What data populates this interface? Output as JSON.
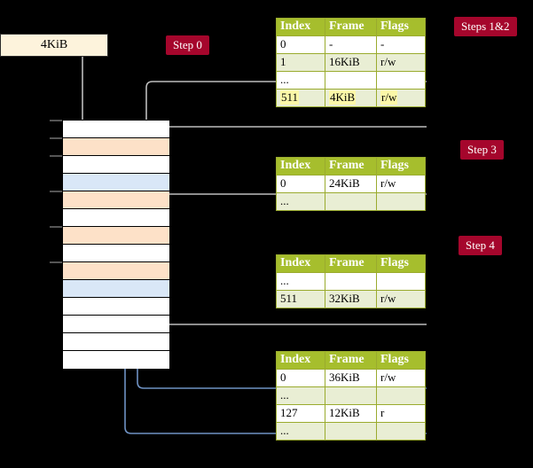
{
  "diagram": {
    "title_source_box": "4KiB",
    "steps": [
      {
        "id": "step0",
        "label": "Step 0"
      },
      {
        "id": "step12",
        "label": "Steps 1&2"
      },
      {
        "id": "step3",
        "label": "Step 3"
      },
      {
        "id": "step4",
        "label": "Step 4"
      }
    ],
    "colors": {
      "chip_bg": "#a5062c",
      "chip_text": "#ffffff",
      "table_header_bg": "#a6be2d",
      "table_alt_row": "#e9eed4",
      "table_border": "#9aab2e",
      "highlight": "#fbf7a8",
      "source_box_bg": "#fdf3dc",
      "mem_peach": "#fde1c8",
      "mem_blue": "#d9e7f7",
      "wire_grey": "#bdbdbd",
      "wire_blue": "#6f92c4"
    },
    "table_columns": [
      "Index",
      "Frame",
      "Flags"
    ],
    "tables": [
      {
        "name": "page-table-level-1",
        "rows": [
          {
            "index": "0",
            "frame": "-",
            "flags": "-",
            "shade": "white",
            "highlight": false
          },
          {
            "index": "1",
            "frame": "16KiB",
            "flags": "r/w",
            "shade": "alt",
            "highlight": false
          },
          {
            "index": "...",
            "frame": "",
            "flags": "",
            "shade": "white",
            "highlight": false
          },
          {
            "index": "511",
            "frame": "4KiB",
            "flags": "r/w",
            "shade": "alt",
            "highlight": true
          }
        ]
      },
      {
        "name": "page-table-level-2",
        "rows": [
          {
            "index": "0",
            "frame": "24KiB",
            "flags": "r/w",
            "shade": "white",
            "highlight": false
          },
          {
            "index": "...",
            "frame": "",
            "flags": "",
            "shade": "alt",
            "highlight": false
          }
        ]
      },
      {
        "name": "page-table-level-3",
        "rows": [
          {
            "index": "...",
            "frame": "",
            "flags": "",
            "shade": "white",
            "highlight": false
          },
          {
            "index": "511",
            "frame": "32KiB",
            "flags": "r/w",
            "shade": "alt",
            "highlight": false
          }
        ]
      },
      {
        "name": "page-table-level-4",
        "rows": [
          {
            "index": "0",
            "frame": "36KiB",
            "flags": "r/w",
            "shade": "white",
            "highlight": false
          },
          {
            "index": "...",
            "frame": "",
            "flags": "",
            "shade": "alt",
            "highlight": false
          },
          {
            "index": "127",
            "frame": "12KiB",
            "flags": "r",
            "shade": "white",
            "highlight": false
          },
          {
            "index": "...",
            "frame": "",
            "flags": "",
            "shade": "alt",
            "highlight": false
          }
        ]
      }
    ],
    "memory": {
      "name": "physical-memory-column",
      "rows": [
        {
          "i": 0,
          "shade": "white"
        },
        {
          "i": 1,
          "shade": "peach"
        },
        {
          "i": 2,
          "shade": "white"
        },
        {
          "i": 3,
          "shade": "blue"
        },
        {
          "i": 4,
          "shade": "peach"
        },
        {
          "i": 5,
          "shade": "white"
        },
        {
          "i": 6,
          "shade": "peach"
        },
        {
          "i": 7,
          "shade": "white"
        },
        {
          "i": 8,
          "shade": "peach"
        },
        {
          "i": 9,
          "shade": "blue"
        },
        {
          "i": 10,
          "shade": "white"
        },
        {
          "i": 11,
          "shade": "white"
        },
        {
          "i": 12,
          "shade": "white"
        },
        {
          "i": 13,
          "shade": "white"
        }
      ],
      "tick_rows": [
        0,
        1,
        2,
        4,
        6,
        8
      ]
    }
  }
}
